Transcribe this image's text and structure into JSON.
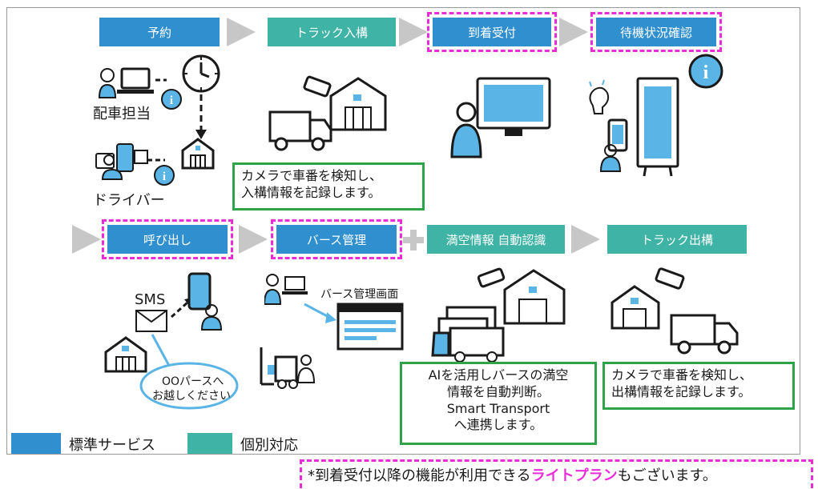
{
  "steps": {
    "yoyaku": "予約",
    "truck_in": "トラック入構",
    "arrival": "到着受付",
    "wait": "待機状況確認",
    "call": "呼び出し",
    "berth": "バース管理",
    "vacancy": "満空情報 自動認識",
    "truck_out": "トラック出構"
  },
  "labels": {
    "dispatcher": "配車担当",
    "driver": "ドライバー",
    "sms": "SMS",
    "berth_screen": "バース管理画面",
    "bubble_line1": "OOパースへ",
    "bubble_line2": "お越しください"
  },
  "boxes": {
    "truck_in_line1": "カメラで車番を検知し、",
    "truck_in_line2": "入構情報を記録します。",
    "ai_line1": "AIを活用しバースの満空",
    "ai_line2": "情報を自動判断。",
    "ai_line3": "Smart Transport",
    "ai_line4": "へ連携します。",
    "out_line1": "カメラで車番を検知し、",
    "out_line2": "出構情報を記録します。"
  },
  "legend": {
    "standard": "標準サービス",
    "individual": "個別対応"
  },
  "note": {
    "prefix": "*到着受付以降の機能が利用できる",
    "highlight": "ライトプラン",
    "suffix": "もございます。"
  },
  "colors": {
    "blue": "#2f8fcf",
    "teal": "#3fb3a6",
    "highlight": "#ea2bd8",
    "box_border": "#2fa34a",
    "icon_light": "#5bb4e6"
  }
}
